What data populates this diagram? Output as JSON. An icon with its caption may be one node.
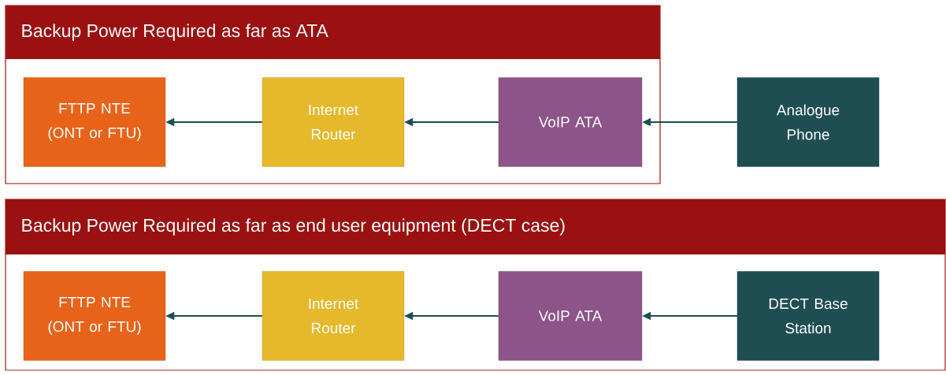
{
  "diagram": {
    "nodes": [
      {
        "text": [
          "Backup Power Required as far as ATA"
        ]
      },
      {
        "text": [
          "FTTP NTE (ONT or FTU)"
        ],
        "in": 0
      },
      {
        "text": [
          "Internet Router"
        ],
        "in": 0
      },
      {
        "text": [
          "VoIP ATA"
        ],
        "in": 0
      },
      {
        "text": [
          "Analogue Phone"
        ]
      },
      {
        "text": [
          "Backup Power Required as far as end user equipment (DECT case)"
        ]
      },
      {
        "text": [
          "FTTP NTE (ONT or FTU)"
        ],
        "in": 5
      },
      {
        "text": [
          "Internet Router"
        ],
        "in": 5
      },
      {
        "text": [
          "VoIP ATA"
        ],
        "in": 5
      },
      {
        "text": [
          "DECT Base Station"
        ],
        "in": 5
      }
    ],
    "edges": [
      {
        "from": 2,
        "to": 1,
        "arrow": "to"
      },
      {
        "from": 3,
        "to": 2,
        "arrow": "to"
      },
      {
        "from": 4,
        "to": 3,
        "arrow": "to"
      },
      {
        "from": 7,
        "to": 6,
        "arrow": "to"
      },
      {
        "from": 8,
        "to": 7,
        "arrow": "to"
      },
      {
        "from": 9,
        "to": 8,
        "arrow": "to"
      }
    ]
  }
}
